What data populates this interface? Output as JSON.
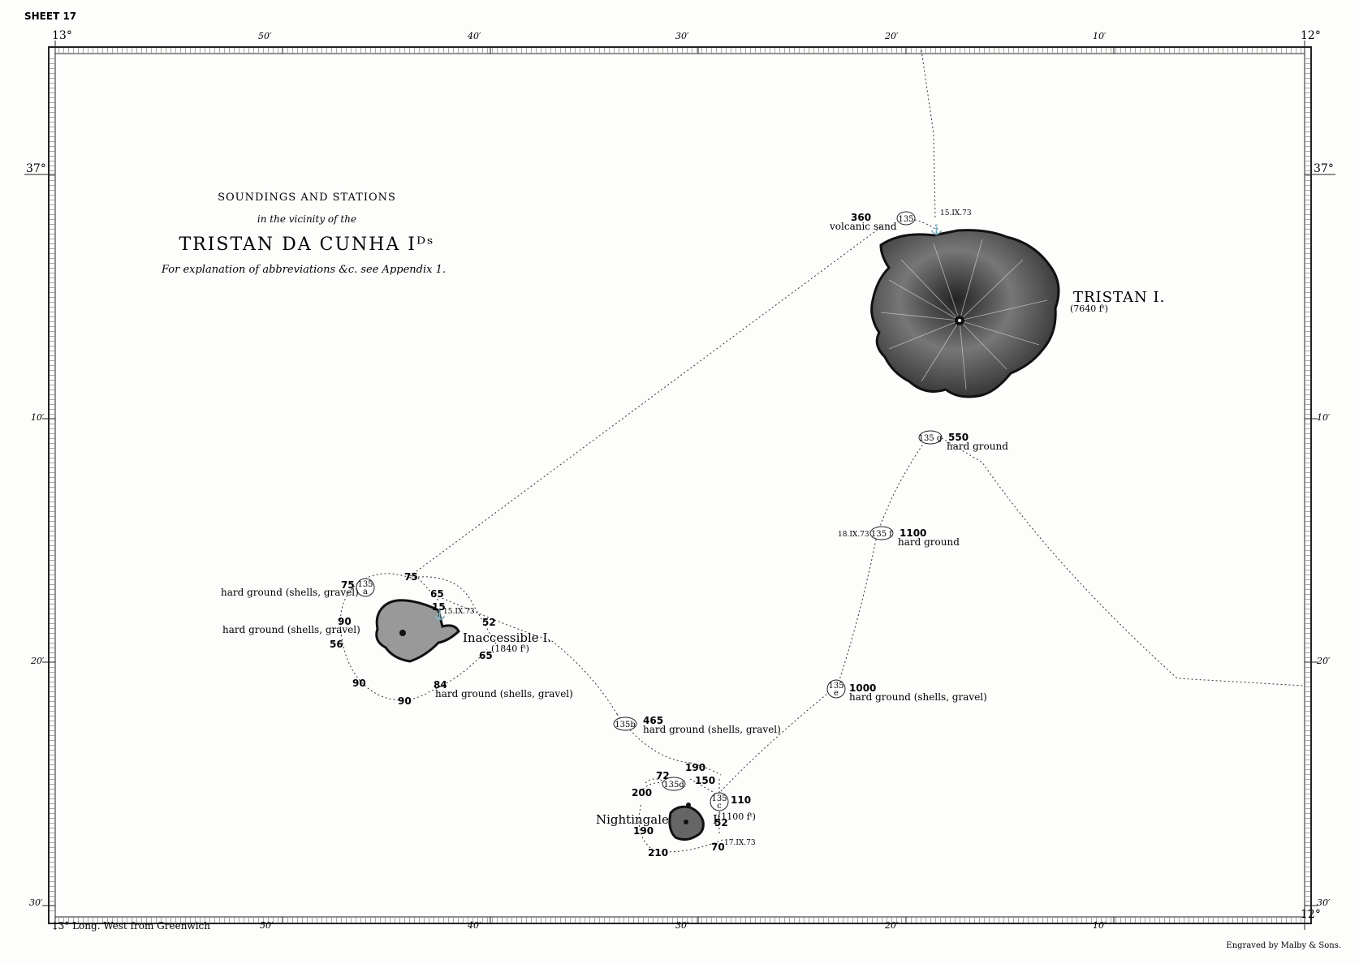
{
  "sheet_label": "SHEET 17",
  "title": {
    "line1": "SOUNDINGS AND STATIONS",
    "line2": "in the vicinity of the",
    "line3": "TRISTAN DA CUNHA Iᴰˢ",
    "line4": "For explanation of abbreviations &c. see Appendix 1."
  },
  "border": {
    "top_left_deg": "13°",
    "top_right_deg": "12°",
    "top_minutes": [
      "50′",
      "40′",
      "30′",
      "20′",
      "10′"
    ],
    "bottom_left_label": "13° Long. West from Greenwich",
    "bottom_right_deg": "12°",
    "bottom_minutes": [
      "50′",
      "40′",
      "30′",
      "20′",
      "10′"
    ],
    "left_lat": [
      "37°",
      "10′",
      "20′",
      "30′"
    ],
    "right_lat": [
      "37°",
      "10′",
      "20′",
      "30′"
    ]
  },
  "islands": {
    "tristan": {
      "name": "TRISTAN I.",
      "height": "(7640 fᵗ)"
    },
    "inaccessible": {
      "name": "Inaccessible I.",
      "height": "(1840 fᵗ)"
    },
    "nightingale": {
      "name": "Nightingale",
      "suffix": "I.",
      "height": "(1100 fᵗ)"
    }
  },
  "stations": {
    "s135": {
      "id": "135",
      "sounding": "360",
      "bottom": "volcanic sand",
      "date": "15.IX.73"
    },
    "s135a": {
      "id": "135",
      "sub": "a",
      "sounding": "75",
      "bottom": "hard ground (shells, gravel)"
    },
    "s135b": {
      "id": "135b",
      "sounding": "465",
      "bottom": "hard ground (shells, gravel)"
    },
    "s135c": {
      "id": "135",
      "sub": "c",
      "sounding": "110"
    },
    "s135d": {
      "id": "135d"
    },
    "s135e": {
      "id": "135",
      "sub": "e",
      "sounding": "1000",
      "bottom": "hard ground (shells, gravel)"
    },
    "s135f": {
      "id": "135 f",
      "sounding": "1100",
      "bottom": "hard ground",
      "date": "18.IX.73"
    },
    "s135g": {
      "id": "135 g",
      "sounding": "550",
      "bottom": "hard ground"
    }
  },
  "inaccessible_soundings": {
    "a75": "75",
    "b65": "65",
    "c15": "15",
    "d52": "52",
    "e65": "65",
    "f84": "84",
    "g90": "90",
    "h90": "90",
    "i56": "56",
    "j90": "90",
    "date": "15.IX.73",
    "bottom_w1": "hard ground (shells, gravel)",
    "bottom_se": "hard ground (shells, gravel)"
  },
  "nightingale_soundings": {
    "a190": "190",
    "b150": "150",
    "c72": "72",
    "d200": "200",
    "e190": "190",
    "f52": "52",
    "g70": "70",
    "h210": "210",
    "date": "17.IX.73"
  },
  "engraver": "Engraved by Malby & Sons."
}
